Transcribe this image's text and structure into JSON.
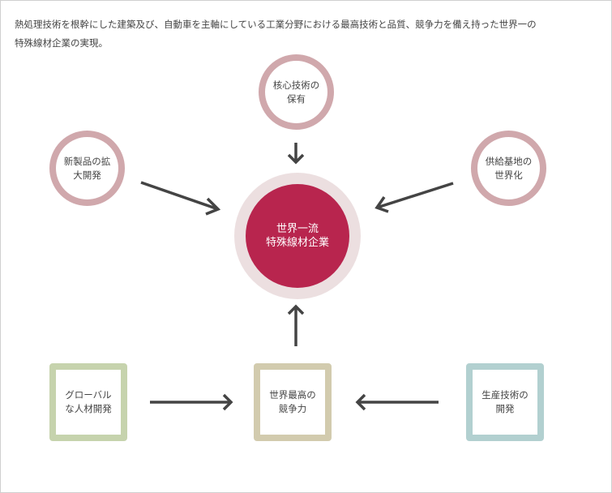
{
  "intro": {
    "line1": "熱処理技術を根幹にした建築及び、自動車を主軸にしている工業分野における最高技術と品質、競争力を備え持った世界一の",
    "line2": "特殊線材企業の実現。"
  },
  "center": {
    "line1": "世界一流",
    "line2": "特殊線材企業"
  },
  "top_circle": {
    "line1": "核心技術の",
    "line2": "保有"
  },
  "left_circle": {
    "line1": "新製品の拡",
    "line2": "大開発"
  },
  "right_circle": {
    "line1": "供給基地の",
    "line2": "世界化"
  },
  "box_left": {
    "line1": "グローバル",
    "line2": "な人材開発"
  },
  "box_center": {
    "line1": "世界最高の",
    "line2": "競争力"
  },
  "box_right": {
    "line1": "生産技術の",
    "line2": "開発"
  },
  "colors": {
    "core": "#b8254e",
    "halo": "#ecdfe0",
    "circle_ring": "#d0a8ac",
    "box_left_border": "#c6d3ad",
    "box_center_border": "#d2cbae",
    "box_right_border": "#b2d0d0",
    "arrow": "#444444"
  }
}
